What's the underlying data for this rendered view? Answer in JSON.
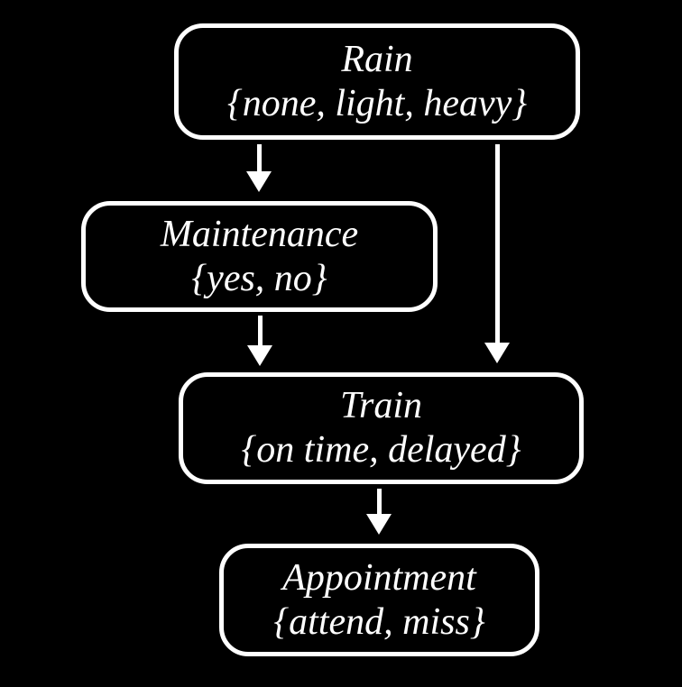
{
  "diagram": {
    "type": "bayesian-network",
    "background_color": "#000000",
    "stroke_color": "#ffffff",
    "text_color": "#ffffff",
    "nodes": [
      {
        "id": "rain",
        "label": "Rain",
        "domain": "{none, light, heavy}"
      },
      {
        "id": "maintenance",
        "label": "Maintenance",
        "domain": "{yes, no}"
      },
      {
        "id": "train",
        "label": "Train",
        "domain": "{on time, delayed}"
      },
      {
        "id": "appointment",
        "label": "Appointment",
        "domain": "{attend, miss}"
      }
    ],
    "edges": [
      {
        "from": "rain",
        "to": "maintenance"
      },
      {
        "from": "rain",
        "to": "train"
      },
      {
        "from": "maintenance",
        "to": "train"
      },
      {
        "from": "train",
        "to": "appointment"
      }
    ]
  }
}
